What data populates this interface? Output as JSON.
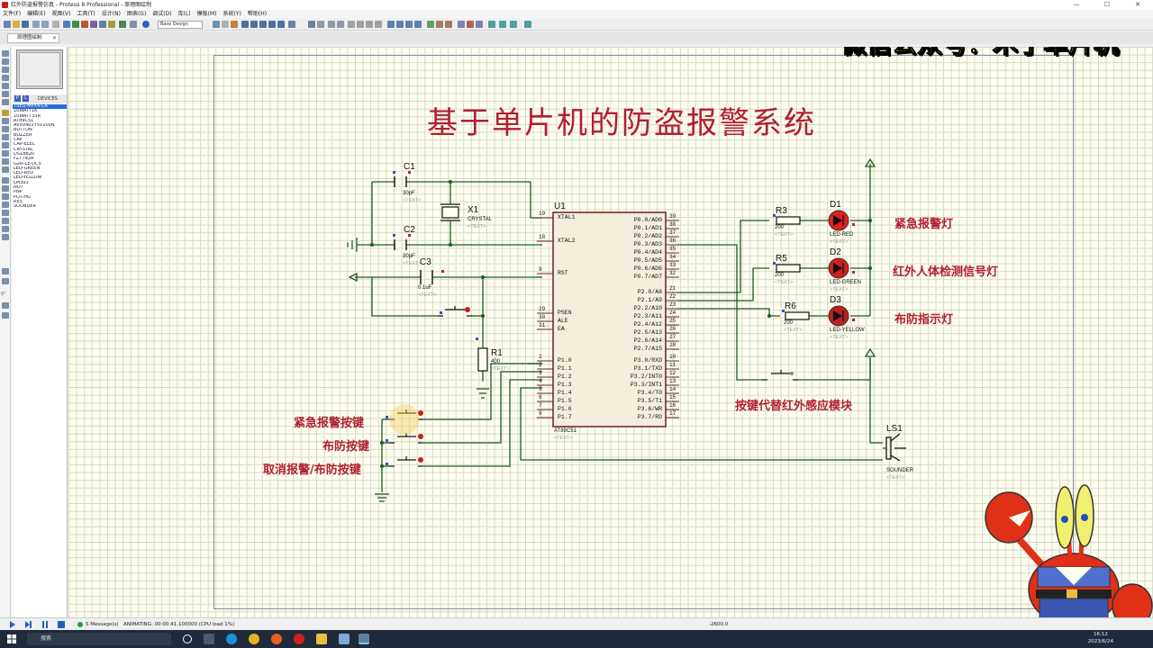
{
  "window": {
    "title": "红外防盗报警仿真 - Proteus 8 Professional - 原理图绘制",
    "controls": [
      "—",
      "☐",
      "✕"
    ]
  },
  "menu": [
    "文件(F)",
    "编辑(E)",
    "视图(V)",
    "工具(T)",
    "设计(N)",
    "图表(G)",
    "调试(D)",
    "库(L)",
    "模板(M)",
    "系统(Y)",
    "帮助(H)"
  ],
  "toolbar": {
    "design_select": "Base Design"
  },
  "tab": {
    "label": "原理图绘制",
    "close": "✕"
  },
  "device_panel": {
    "header_p": "P",
    "header_l": "L",
    "header_label": "DEVICES",
    "devices": [
      "7SEG-MPX4-CA",
      "10WATT1K",
      "10WATT33R",
      "AT89C51",
      "AVX0402Y5V100N",
      "BUTTON",
      "BUZZER",
      "CAP",
      "CAP-ELEC",
      "CRYSTAL",
      "DS18B20",
      "FZT792A",
      "G2R-1E-DC5",
      "LED-GREEN",
      "LED-RED",
      "LED-YELLOW",
      "LM393",
      "NOT",
      "PNP",
      "POT-HG",
      "RES",
      "SOUNDER"
    ],
    "selected": 0
  },
  "left_toolbar": {
    "zoom_label": "0°"
  },
  "watermark": "微信公众号：木子单片机",
  "schematic": {
    "title": "基于单片机的防盗报警系统",
    "text_placeholder": "<TEXT>",
    "components": {
      "C1": {
        "ref": "C1",
        "value": "30pF"
      },
      "C2": {
        "ref": "C2",
        "value": "30pF"
      },
      "C3": {
        "ref": "C3",
        "value": "0.1uF"
      },
      "X1": {
        "ref": "X1",
        "value": "CRYSTAL"
      },
      "R1": {
        "ref": "R1",
        "value": "400"
      },
      "U1": {
        "ref": "U1",
        "value": "AT89C51"
      },
      "R3": {
        "ref": "R3",
        "value": "200"
      },
      "R5": {
        "ref": "R5",
        "value": "200"
      },
      "R6": {
        "ref": "R6",
        "value": "200"
      },
      "D1": {
        "ref": "D1",
        "value": "LED-RED"
      },
      "D2": {
        "ref": "D2",
        "value": "LED-GREEN"
      },
      "D3": {
        "ref": "D3",
        "value": "LED-YELLOW"
      },
      "LS1": {
        "ref": "LS1",
        "value": "SOUNDER"
      }
    },
    "u1_left_pins": [
      {
        "num": "19",
        "name": "XTAL1"
      },
      {
        "num": "18",
        "name": "XTAL2"
      },
      {
        "num": "9",
        "name": "RST"
      },
      {
        "num": "29",
        "name": "PSEN"
      },
      {
        "num": "30",
        "name": "ALE"
      },
      {
        "num": "31",
        "name": "EA"
      },
      {
        "num": "1",
        "name": "P1.0"
      },
      {
        "num": "2",
        "name": "P1.1"
      },
      {
        "num": "3",
        "name": "P1.2"
      },
      {
        "num": "4",
        "name": "P1.3"
      },
      {
        "num": "5",
        "name": "P1.4"
      },
      {
        "num": "6",
        "name": "P1.5"
      },
      {
        "num": "7",
        "name": "P1.6"
      },
      {
        "num": "8",
        "name": "P1.7"
      }
    ],
    "u1_right_pins": [
      {
        "num": "39",
        "name": "P0.0/AD0"
      },
      {
        "num": "38",
        "name": "P0.1/AD1"
      },
      {
        "num": "37",
        "name": "P0.2/AD2"
      },
      {
        "num": "36",
        "name": "P0.3/AD3"
      },
      {
        "num": "35",
        "name": "P0.4/AD4"
      },
      {
        "num": "34",
        "name": "P0.5/AD5"
      },
      {
        "num": "33",
        "name": "P0.6/AD6"
      },
      {
        "num": "32",
        "name": "P0.7/AD7"
      },
      {
        "num": "21",
        "name": "P2.0/A8"
      },
      {
        "num": "22",
        "name": "P2.1/A9"
      },
      {
        "num": "23",
        "name": "P2.2/A10"
      },
      {
        "num": "24",
        "name": "P2.3/A11"
      },
      {
        "num": "25",
        "name": "P2.4/A12"
      },
      {
        "num": "26",
        "name": "P2.5/A13"
      },
      {
        "num": "27",
        "name": "P2.6/A14"
      },
      {
        "num": "28",
        "name": "P2.7/A15"
      },
      {
        "num": "10",
        "name": "P3.0/RXD"
      },
      {
        "num": "11",
        "name": "P3.1/TXD"
      },
      {
        "num": "12",
        "name": "P3.2/INT0"
      },
      {
        "num": "13",
        "name": "P3.3/INT1"
      },
      {
        "num": "14",
        "name": "P3.4/T0"
      },
      {
        "num": "15",
        "name": "P3.5/T1"
      },
      {
        "num": "16",
        "name": "P3.6/WR"
      },
      {
        "num": "17",
        "name": "P3.7/RD"
      }
    ],
    "labels": {
      "emergency_led": "紧急报警灯",
      "ir_led": "红外人体检测信号灯",
      "arm_led": "布防指示灯",
      "ir_replace": "按键代替红外感应模块",
      "emergency_btn": "紧急报警按键",
      "arm_btn": "布防按键",
      "cancel_btn": "取消报警/布防按键"
    }
  },
  "status": {
    "messages": "5 Message(s)",
    "animating": "ANIMATING: 00:00:41.100000 (CPU load 1%)",
    "coord": "-2600.0"
  },
  "taskbar": {
    "search": "搜索",
    "time": "16:12",
    "date": "2023/6/24"
  },
  "colors": {
    "wire": "#1a5c1a",
    "title_red": "#b02030",
    "watermark_yellow": "#ffe400",
    "selected_blue": "#2b6cd8",
    "canvas": "#fffff0"
  }
}
